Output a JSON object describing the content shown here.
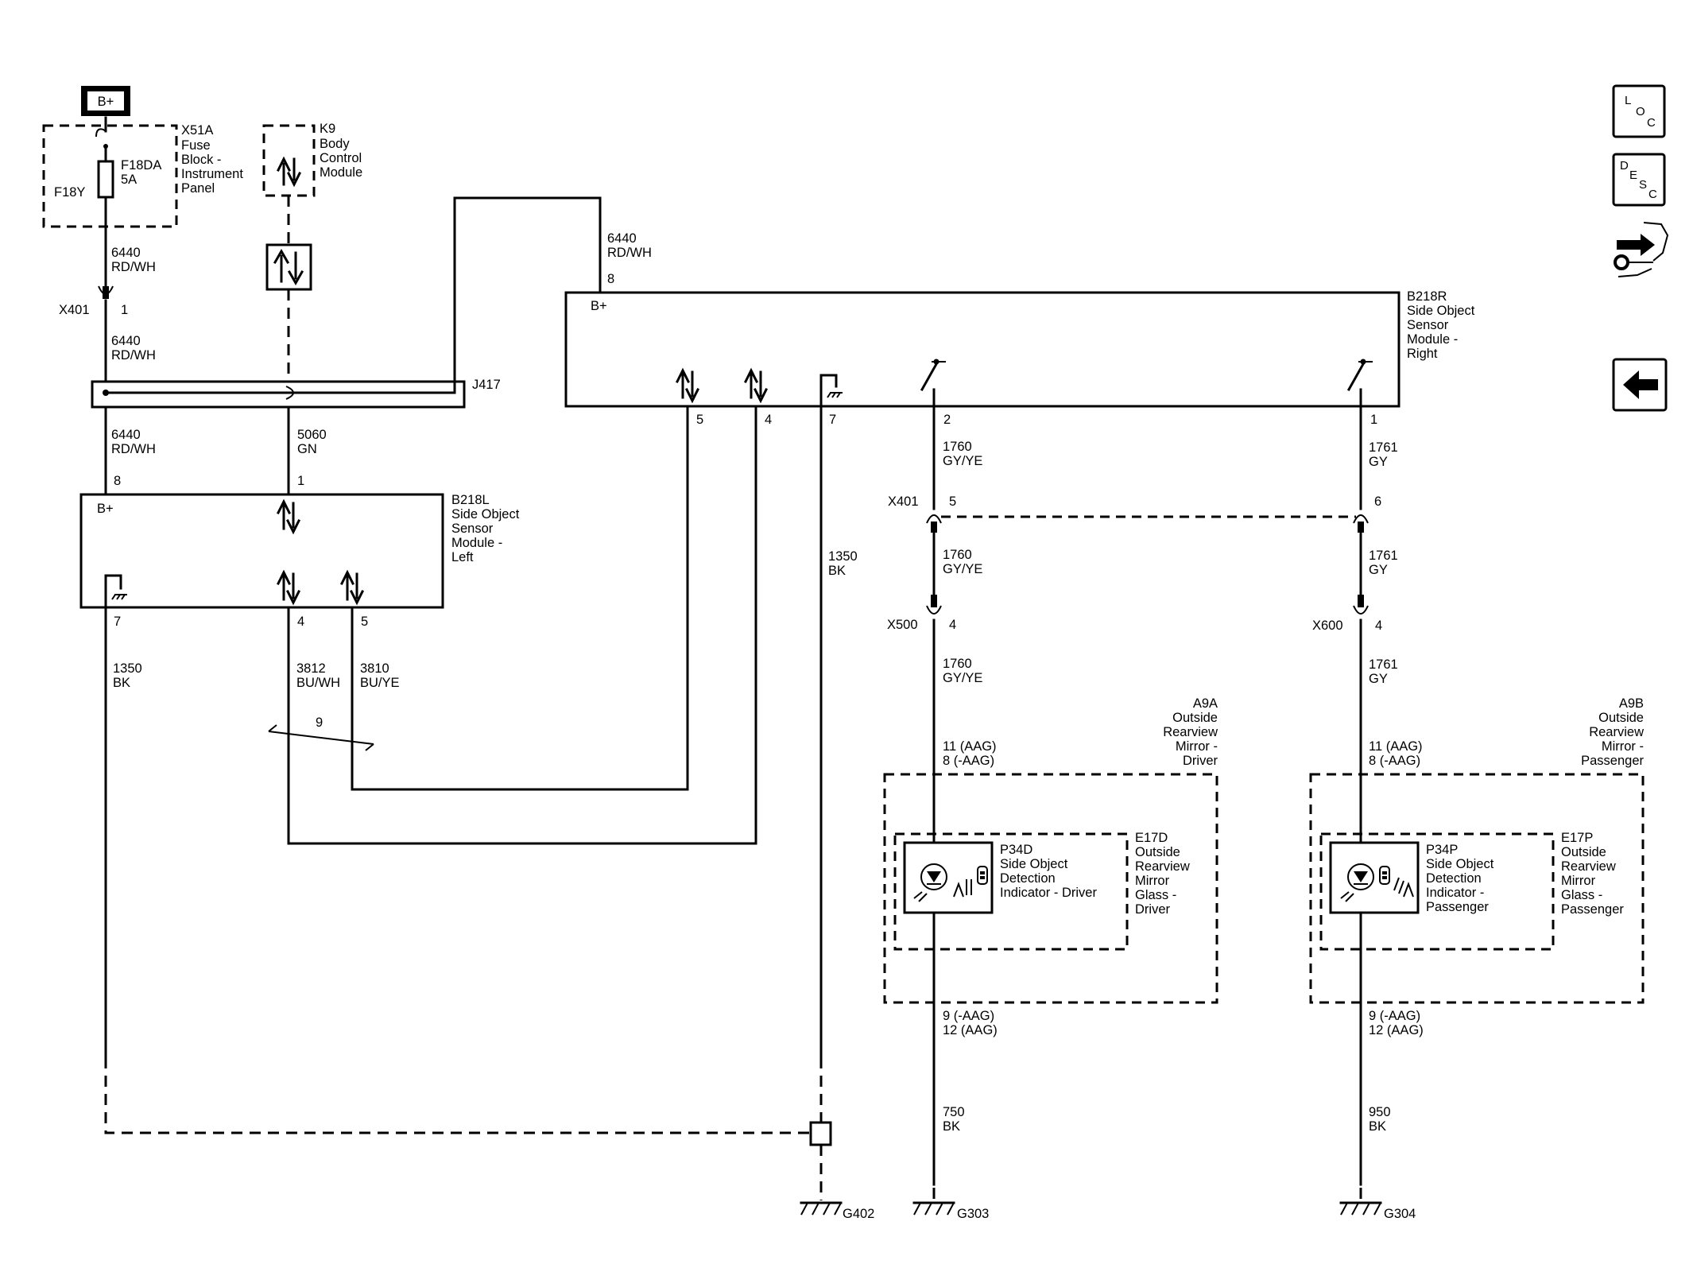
{
  "power": {
    "source": "B+"
  },
  "fuse_block": {
    "id": "X51A",
    "name_lines": [
      "Fuse",
      "Block -",
      "Instrument",
      "Panel"
    ],
    "fuse_id": "F18DA",
    "fuse_rating": "5A",
    "fuse_label": "F18Y"
  },
  "bcm": {
    "id": "K9",
    "name_lines": [
      "Body",
      "Control",
      "Module"
    ]
  },
  "splice": {
    "id": "J417"
  },
  "connectors": {
    "x401": "X401",
    "x500": "X500",
    "x600": "X600"
  },
  "pins": {
    "x401_1": "1",
    "x401_5": "5",
    "x401_6": "6",
    "left_b": "8",
    "left_data": "1",
    "left_gnd": "7",
    "left_4": "4",
    "left_5": "5",
    "right_b": "8",
    "right_5": "5",
    "right_4": "4",
    "right_7": "7",
    "right_2": "2",
    "right_1": "1",
    "x500_4": "4",
    "x600_4": "4",
    "twist": "9"
  },
  "wires": {
    "w6440_a": [
      "6440",
      "RD/WH"
    ],
    "w6440_b": [
      "6440",
      "RD/WH"
    ],
    "w6440_c": [
      "6440",
      "RD/WH"
    ],
    "w6440_d": [
      "6440",
      "RD/WH"
    ],
    "w5060": [
      "5060",
      "GN"
    ],
    "w1350_left": [
      "1350",
      "BK"
    ],
    "w1350_right": [
      "1350",
      "BK"
    ],
    "w3812": [
      "3812",
      "BU/WH"
    ],
    "w3810": [
      "3810",
      "BU/YE"
    ],
    "w1760_a": [
      "1760",
      "GY/YE"
    ],
    "w1760_b": [
      "1760",
      "GY/YE"
    ],
    "w1760_c": [
      "1760",
      "GY/YE"
    ],
    "w1761_a": [
      "1761",
      "GY"
    ],
    "w1761_b": [
      "1761",
      "GY"
    ],
    "w1761_c": [
      "1761",
      "GY"
    ],
    "w750": [
      "750",
      "BK"
    ],
    "w950": [
      "950",
      "BK"
    ]
  },
  "module_left": {
    "id": "B218L",
    "name_lines": [
      "Side Object",
      "Sensor",
      "Module -",
      "Left"
    ],
    "bplus": "B+"
  },
  "module_right": {
    "id": "B218R",
    "name_lines": [
      "Side Object",
      "Sensor",
      "Module -",
      "Right"
    ],
    "bplus": "B+"
  },
  "mirror_driver": {
    "id": "A9A",
    "name_lines": [
      "Outside",
      "Rearview",
      "Mirror -",
      "Driver"
    ],
    "pins_top": [
      "11 (AAG)",
      "8 (-AAG)"
    ],
    "pins_bottom": [
      "9 (-AAG)",
      "12 (AAG)"
    ],
    "glass_id": "E17D",
    "glass_lines": [
      "Outside",
      "Rearview",
      "Mirror",
      "Glass -",
      "Driver"
    ],
    "indicator_id": "P34D",
    "indicator_lines": [
      "Side Object",
      "Detection",
      "Indicator - Driver"
    ]
  },
  "mirror_passenger": {
    "id": "A9B",
    "name_lines": [
      "Outside",
      "Rearview",
      "Mirror -",
      "Passenger"
    ],
    "pins_top": [
      "11 (AAG)",
      "8 (-AAG)"
    ],
    "pins_bottom": [
      "9 (-AAG)",
      "12 (AAG)"
    ],
    "glass_id": "E17P",
    "glass_lines": [
      "Outside",
      "Rearview",
      "Mirror",
      "Glass -",
      "Passenger"
    ],
    "indicator_id": "P34P",
    "indicator_lines": [
      "Side Object",
      "Detection",
      "Indicator -",
      "Passenger"
    ]
  },
  "grounds": {
    "g402": "G402",
    "g303": "G303",
    "g304": "G304"
  },
  "nav": {
    "loc": {
      "l": "L",
      "o": "O",
      "c": "C"
    },
    "desc": {
      "d": "D",
      "e": "E",
      "s": "S",
      "c": "C"
    },
    "icons": [
      "loc-icon",
      "desc-icon",
      "connector-wrench-icon",
      "back-arrow-icon"
    ]
  }
}
